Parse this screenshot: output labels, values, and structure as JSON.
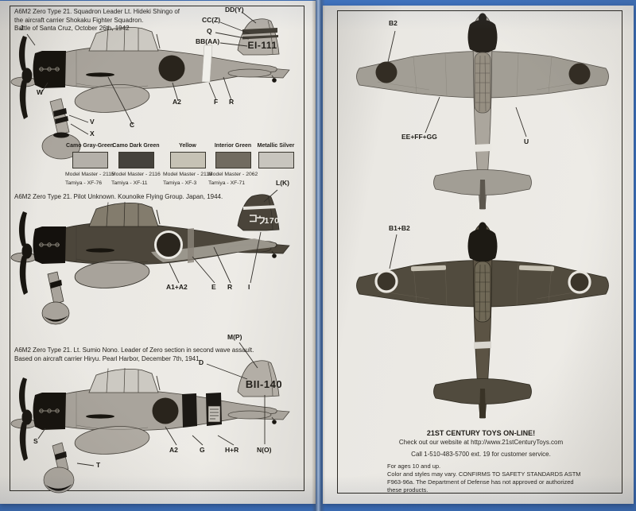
{
  "colors": {
    "backdrop_blue": "#3c72c0",
    "paper": "#e9e7e2",
    "camo_gray_green": "#a9a49c",
    "camo_dark_green": "#4c463b",
    "cowl_black": "#16130e",
    "hinomaru": "#29241c"
  },
  "left_page": {
    "scheme1": {
      "caption": [
        "A6M2 Zero Type 21. Squadron Leader  Lt. Hideki Shingo of",
        "the aircraft carrier Shokaku Fighter Squadron.",
        "Battle of Santa Cruz, October 26th, 1942"
      ],
      "tail_code": "EI-111",
      "callouts": [
        "J",
        "W",
        "V",
        "X",
        "C",
        "A2",
        "F",
        "R",
        "DD(Y)",
        "CC(Z)",
        "Q",
        "BB(AA)"
      ]
    },
    "paint_chart": {
      "swatches": [
        {
          "name": "Camo Gray-Green",
          "model_master": "Model Master - 2115",
          "tamiya": "Tamiya - XF-76",
          "hex": "#b4b0a9"
        },
        {
          "name": "Camo Dark Green",
          "model_master": "Model Master - 2116",
          "tamiya": "Tamiya - XF-11",
          "hex": "#45423c"
        },
        {
          "name": "Yellow",
          "model_master": "Model Master - 2118",
          "tamiya": "Tamiya - XF-3",
          "hex": "#c6c2b5"
        },
        {
          "name": "Interior Green",
          "model_master": "Model Master - 2062",
          "tamiya": "Tamiya - XF-71",
          "hex": "#716b60"
        },
        {
          "name": "Metallic Silver",
          "model_master": "",
          "tamiya": "",
          "hex": "#c8c5be"
        }
      ]
    },
    "scheme2": {
      "caption": [
        "A6M2 Zero Type 21. Pilot Unknown. Kounoike Flying Group. Japan, 1944."
      ],
      "tail_code": "コウ170",
      "tail_code_display": "170",
      "callouts": [
        "L(K)",
        "A1+A2",
        "E",
        "R",
        "I"
      ]
    },
    "scheme3": {
      "caption": [
        "A6M2 Zero Type 21. Lt. Sumio Nono. Leader of Zero section in second wave assault.",
        "Based on aircraft carrier Hiryu. Pearl Harbor, December 7th, 1941."
      ],
      "tail_code": "BII-140",
      "callouts": [
        "M(P)",
        "D",
        "S",
        "T",
        "A2",
        "G",
        "H+R",
        "N(O)"
      ]
    }
  },
  "right_page": {
    "topview1": {
      "callouts": [
        "B2",
        "EE+FF+GG",
        "U"
      ]
    },
    "topview2": {
      "callouts": [
        "B1+B2"
      ]
    },
    "footer": {
      "headline": "21ST CENTURY TOYS ON-LINE!",
      "website": "Check out our website at http://www.21stCenturyToys.com",
      "phone": "Call 1-510-483-5700 ext. 19 for customer service.",
      "ages": "For ages 10 and up.",
      "disclaimer": "Color and styles may vary. CONFIRMS TO SAFETY STANDARDS ASTM F963-96a. The Department of Defense has not approved or authorized these products."
    }
  }
}
